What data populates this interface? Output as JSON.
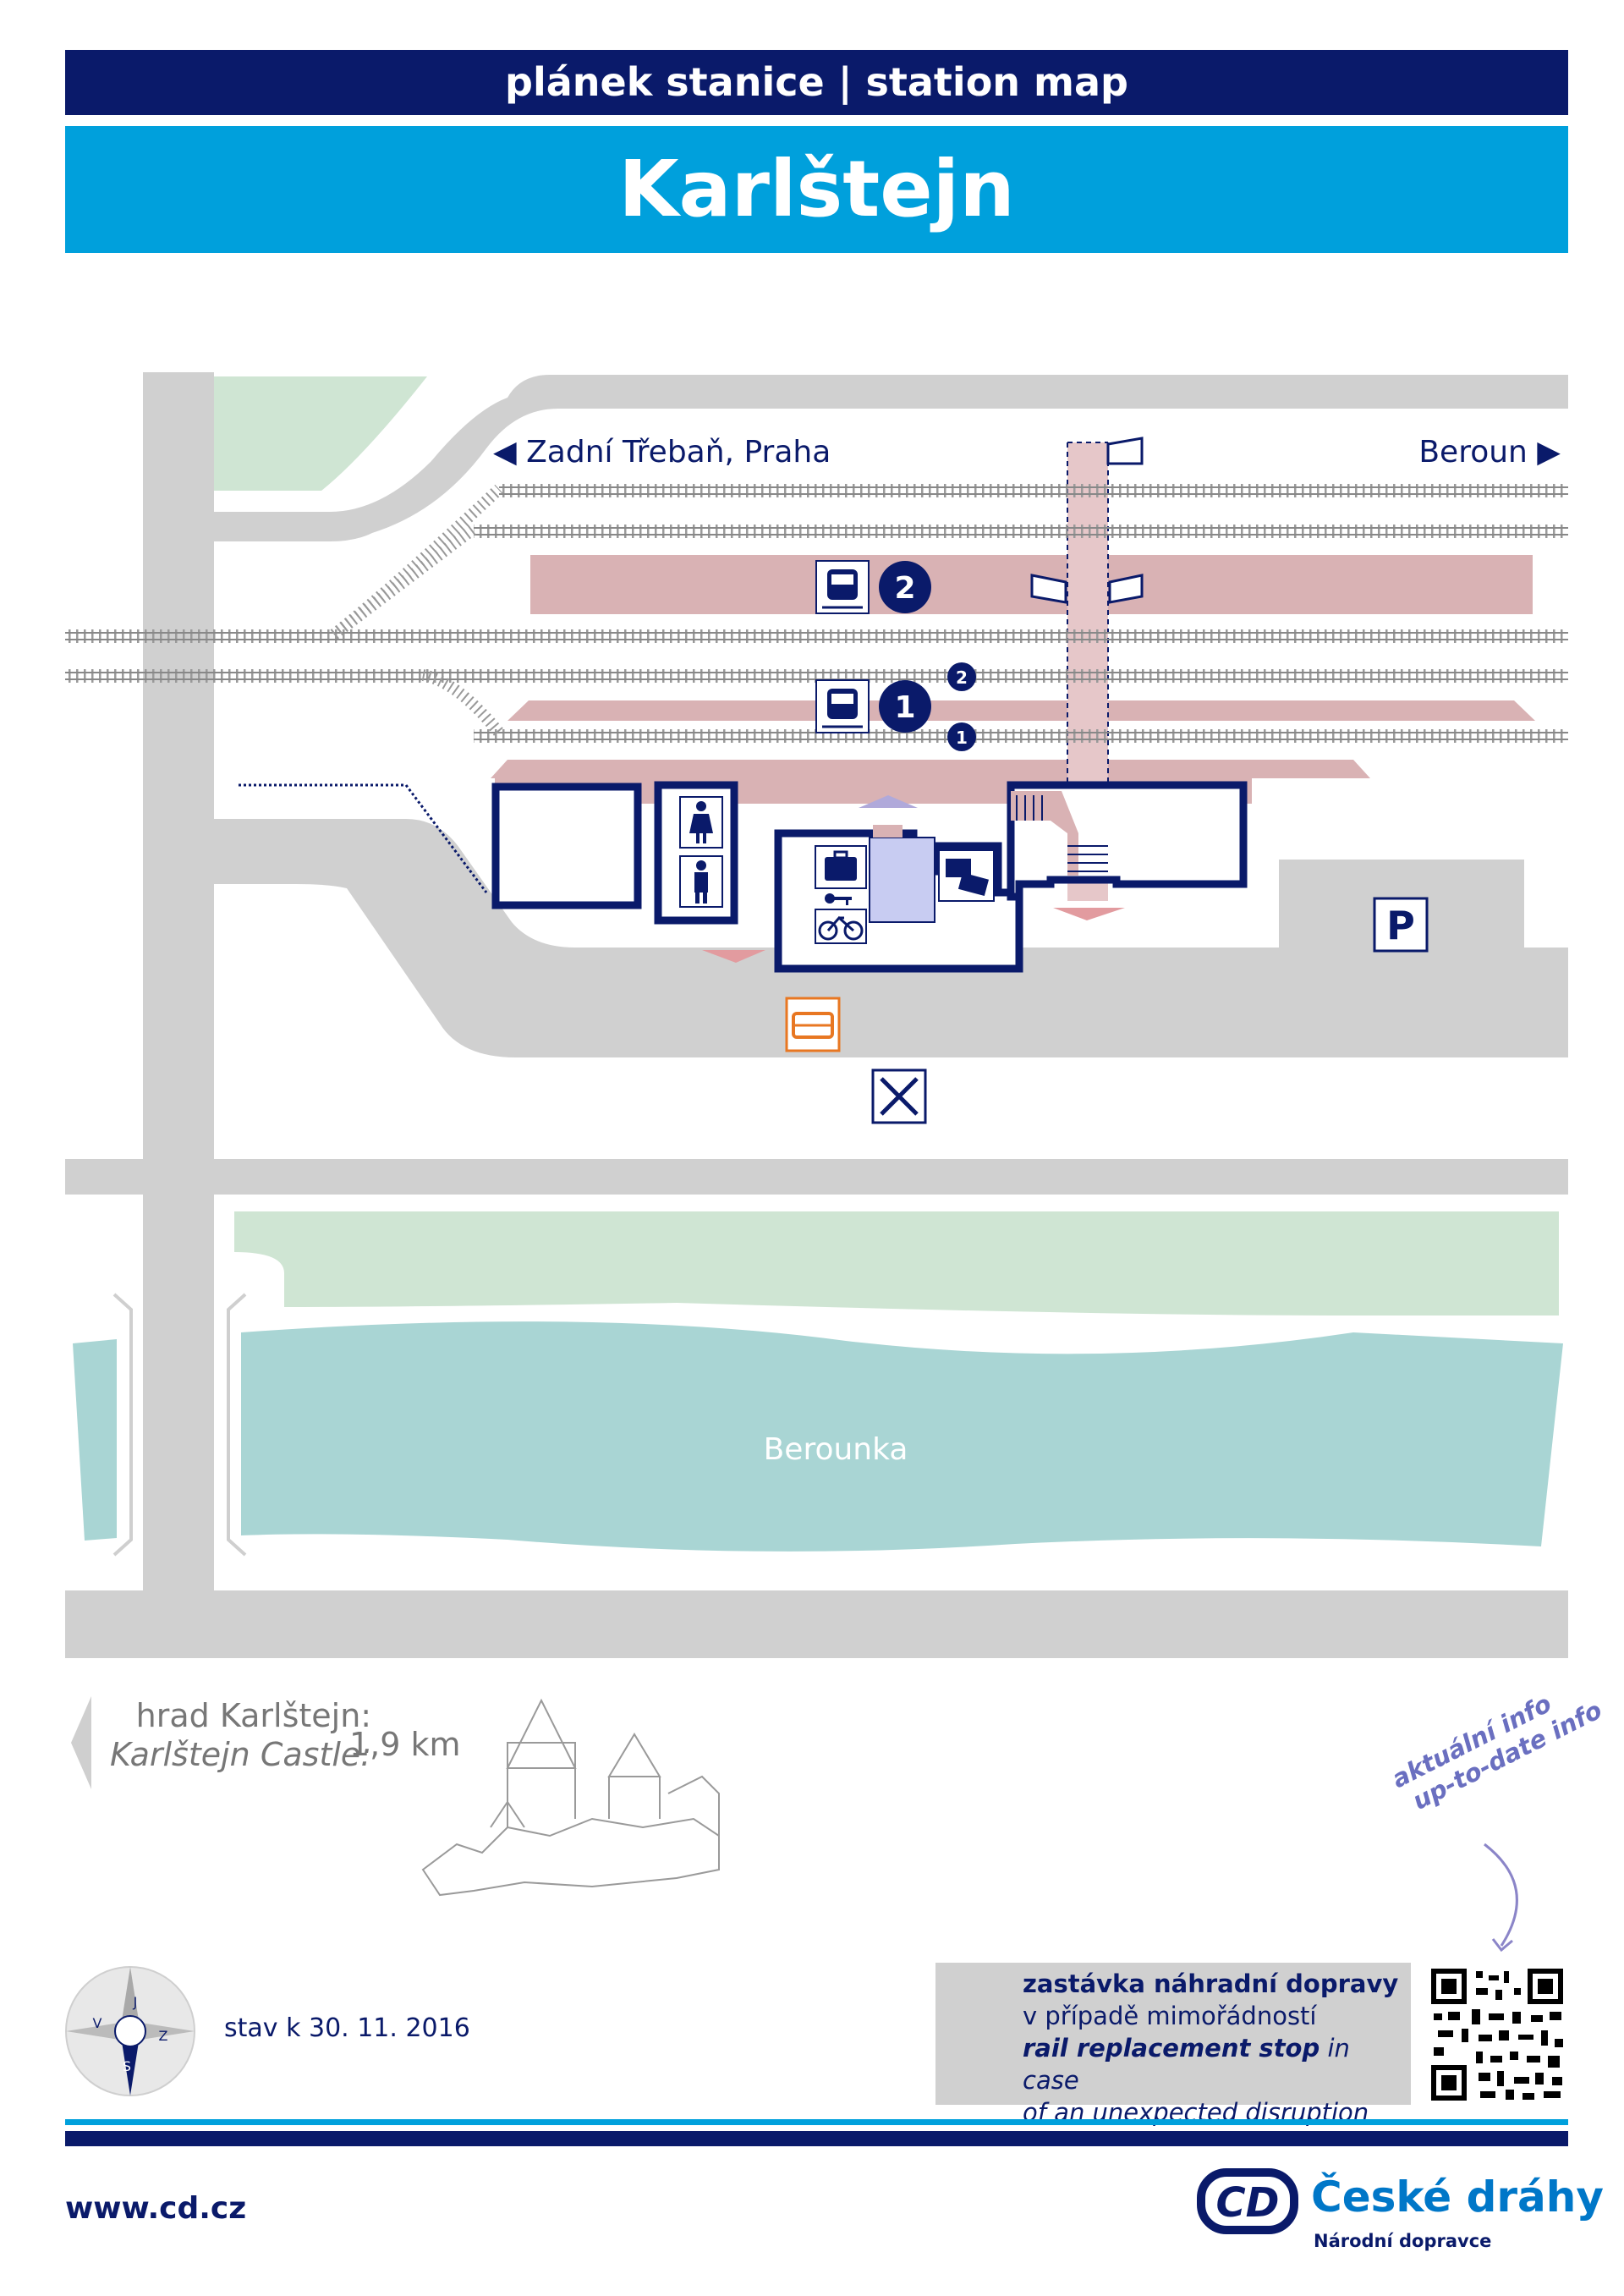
{
  "header": {
    "subtitle": "plánek stanice | station map",
    "station_name": "Karlštejn"
  },
  "map": {
    "direction_left": "◀ Zadní Třebaň, Praha",
    "direction_right": "Beroun ▶",
    "platforms": [
      {
        "number": "2"
      },
      {
        "number": "1"
      }
    ],
    "tracks": [
      "2",
      "1"
    ],
    "river_name": "Berounka",
    "parking_label": "P",
    "icons": [
      "train-icon",
      "woman-wc-icon",
      "man-wc-icon",
      "luggage-icon",
      "key-icon",
      "bicycle-icon",
      "ticket-machine-icon",
      "ramp-icon",
      "bus-stop-icon",
      "restaurant-icon",
      "parking-icon",
      "stairs-icon"
    ],
    "colors": {
      "road": "#d0d0d0",
      "platform": "#d9b2b4",
      "building": "#0a1a6a",
      "grass": "#cfe5d3",
      "water": "#a9d5d4",
      "bus": "#e87722"
    }
  },
  "castle": {
    "label_cs": "hrad Karlštejn:",
    "label_en": "Karlštejn Castle:",
    "distance": "1,9 km"
  },
  "compass": {
    "north": "J",
    "south": "S",
    "east": "Z",
    "west": "V"
  },
  "status_date": "stav k 30. 11. 2016",
  "replacement": {
    "line1": "zastávka náhradní dopravy",
    "line2": "v případě mimořádností",
    "line3_bold": "rail replacement stop",
    "line3_rest": " in case",
    "line4": "of an unexpected disruption"
  },
  "up_to_date": {
    "line1": "aktuální info",
    "line2": "up-to-date info"
  },
  "footer": {
    "website": "www.cd.cz",
    "brand_name": "České dráhy",
    "brand_sub": "Národní dopravce"
  }
}
